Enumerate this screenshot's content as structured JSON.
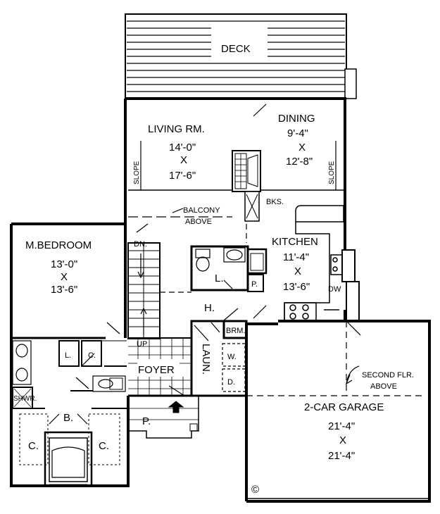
{
  "labels": {
    "deck": "DECK",
    "living": "LIVING RM.",
    "living_w": "14'-0\"",
    "living_x": "X",
    "living_l": "17'-6\"",
    "dining": "DINING",
    "dining_w": "9'-4\"",
    "dining_x": "X",
    "dining_l": "12'-8\"",
    "slope_left": "SLOPE",
    "slope_right": "SLOPE",
    "balcony1": "BALCONY",
    "balcony2": "ABOVE",
    "bks": "BKS.",
    "kitchen": "KITCHEN",
    "kitchen_w": "11'-4\"",
    "kitchen_x": "X",
    "kitchen_l": "13'-6\"",
    "dw": "DW",
    "mbed": "M.BEDROOM",
    "mbed_w": "13'-0\"",
    "mbed_x": "X",
    "mbed_l": "13'-6\"",
    "dn": "DN.",
    "up": "UP",
    "powder": "L.",
    "pantry": "P.",
    "hall": "H.",
    "brm": "BRM.",
    "laun": "LAUN.",
    "washer": "W.",
    "dryer": "D.",
    "foyer": "FOYER",
    "linen": "L.",
    "closet_small": "C.",
    "shwr": "SHWR.",
    "bath": "B.",
    "closet_left": "C.",
    "closet_right": "C.",
    "porch": "P.",
    "second_flr1": "SECOND FLR.",
    "second_flr2": "ABOVE",
    "garage": "2-CAR GARAGE",
    "garage_w": "21'-4\"",
    "garage_x": "X",
    "garage_l": "21'-4\"",
    "copyright": "©"
  }
}
